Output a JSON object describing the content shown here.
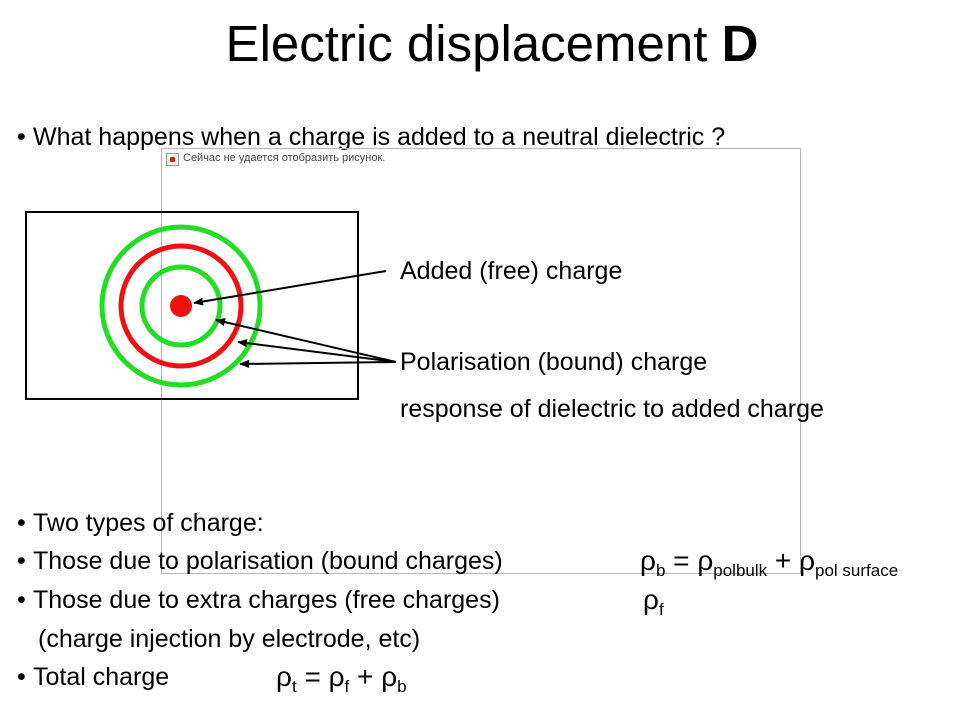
{
  "title": {
    "main": "Electric displacement",
    "bold": "D"
  },
  "question": "What happens when a charge is added to a neutral dielectric ?",
  "missing_image": {
    "text": "Сейчас не удается отобразить рисунок.",
    "icon": "broken-image-icon"
  },
  "diagram": {
    "colors": {
      "ring_green": "#22dd22",
      "ring_red": "#ee1111",
      "free_charge": "#ee1111",
      "box_border": "#000000"
    }
  },
  "annotations": {
    "free_charge": "Added (free) charge",
    "bound_charge": "Polarisation (bound) charge",
    "response": "response of dielectric to added charge"
  },
  "bullets": {
    "b1": "Two types of charge:",
    "b2": "Those due to polarisation (bound charges)",
    "b3": "Those due to extra charges (free charges)",
    "b3_sub": "(charge injection by electrode, etc)",
    "b4": "Total charge"
  },
  "equations": {
    "bound": {
      "lhs": "ρ",
      "lhs_sub": "b",
      "eq": " = ",
      "t1": "ρ",
      "t1_sub": "polbulk",
      "plus": " + ",
      "t2": "ρ",
      "t2_sub": "pol surface"
    },
    "free": {
      "sym": "ρ",
      "sub": "f"
    },
    "total": {
      "lhs": "ρ",
      "lhs_sub": "t",
      "eq": " = ",
      "t1": "ρ",
      "t1_sub": "f",
      "plus": " + ",
      "t2": "ρ",
      "t2_sub": "b"
    }
  },
  "bullet_symbol": "•"
}
